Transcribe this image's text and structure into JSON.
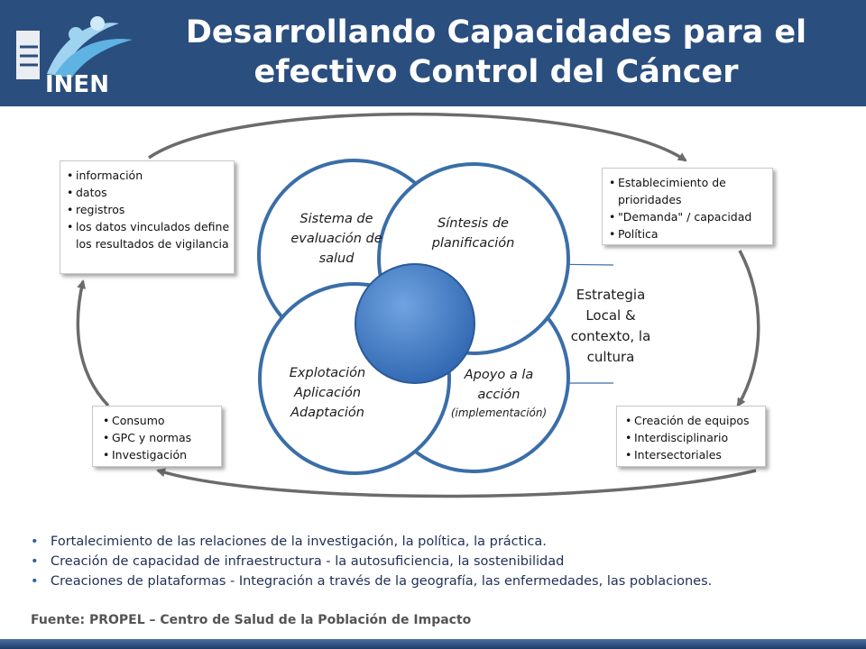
{
  "header": {
    "title_line1": "Desarrollando Capacidades para el",
    "title_line2": "efectivo Control del Cáncer",
    "logo_text": "INEN",
    "background": "#2a4e7e"
  },
  "boxes": {
    "top_left": [
      "información",
      "datos",
      "registros",
      "los datos vinculados define los resultados de vigilancia"
    ],
    "top_right": [
      "Establecimiento de prioridades",
      "\"Demanda\" / capacidad",
      "Política"
    ],
    "bottom_left": [
      "Consumo",
      "GPC y normas",
      "Investigación"
    ],
    "bottom_right": [
      "Creación de equipos",
      "Interdisciplinario",
      "Intersectoriales"
    ]
  },
  "circles": {
    "top_left": "Sistema de evaluación de salud",
    "top_right": "Síntesis de planificación",
    "bottom_left": "Explotación Aplicación Adaptación",
    "bottom_right_main": "Apoyo a la acción",
    "bottom_right_sub": "(implementación)",
    "stroke_color": "#3a6ea8",
    "center_color": "#3d78c4"
  },
  "right_label": "Estrategia Local & contexto, la cultura",
  "bottom_bullets": [
    "Fortalecimiento de las relaciones de la investigación, la política, la práctica.",
    "Creación de capacidad de infraestructura - la autosuficiencia, la sostenibilidad",
    "Creaciones de plataformas - Integración a través de la geografía, las enfermedades, las poblaciones."
  ],
  "source": "Fuente: PROPEL – Centro de Salud de la Población de Impacto"
}
